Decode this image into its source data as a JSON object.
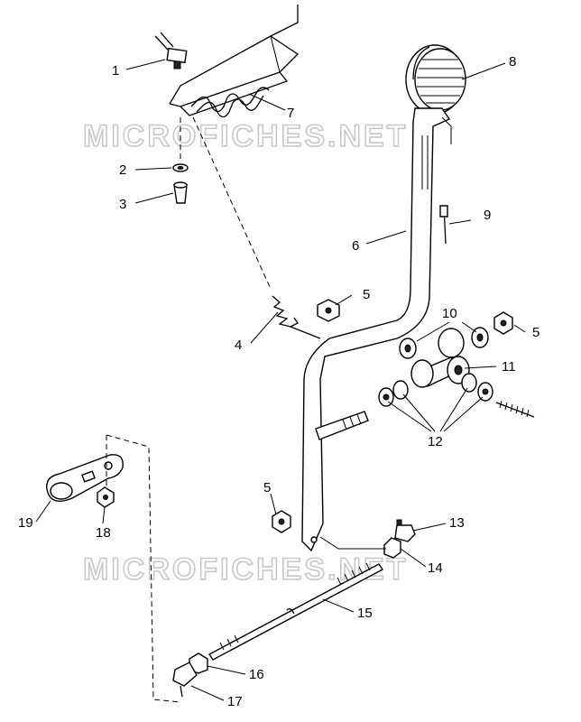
{
  "watermark": "MICROFICHES.NET",
  "callouts": [
    {
      "id": "c1",
      "text": "1"
    },
    {
      "id": "c2",
      "text": "2"
    },
    {
      "id": "c3",
      "text": "3"
    },
    {
      "id": "c4",
      "text": "4"
    },
    {
      "id": "c5a",
      "text": "5"
    },
    {
      "id": "c5b",
      "text": "5"
    },
    {
      "id": "c5c",
      "text": "5"
    },
    {
      "id": "c6",
      "text": "6"
    },
    {
      "id": "c7",
      "text": "7"
    },
    {
      "id": "c8",
      "text": "8"
    },
    {
      "id": "c9",
      "text": "9"
    },
    {
      "id": "c10",
      "text": "10"
    },
    {
      "id": "c11",
      "text": "11"
    },
    {
      "id": "c12",
      "text": "12"
    },
    {
      "id": "c13",
      "text": "13"
    },
    {
      "id": "c14",
      "text": "14"
    },
    {
      "id": "c15",
      "text": "15"
    },
    {
      "id": "c16",
      "text": "16"
    },
    {
      "id": "c17",
      "text": "17"
    },
    {
      "id": "c18",
      "text": "18"
    },
    {
      "id": "c19",
      "text": "19"
    }
  ]
}
